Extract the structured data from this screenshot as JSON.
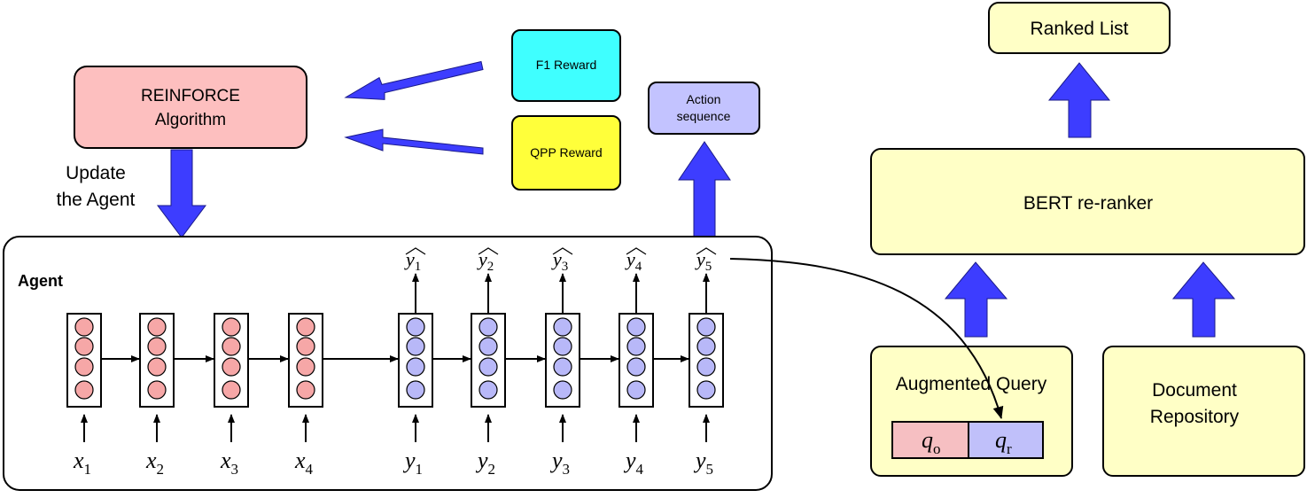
{
  "reinforce": {
    "line1": "REINFORCE",
    "line2": "Algorithm",
    "color": "#FDBFBF"
  },
  "update_label": {
    "line1": "Update",
    "line2": "the Agent"
  },
  "rewards": {
    "f1": {
      "label": "F1 Reward",
      "color": "#3FFFFF"
    },
    "qpp": {
      "label": "QPP Reward",
      "color": "#FFFF3A"
    }
  },
  "action_sequence": {
    "line1": "Action",
    "line2": "sequence",
    "color": "#C3C3FF"
  },
  "agent": {
    "title": "Agent"
  },
  "encoder": {
    "cell_color": "#F6A7A7",
    "inputs": [
      {
        "base": "x",
        "sub": "1"
      },
      {
        "base": "x",
        "sub": "2"
      },
      {
        "base": "x",
        "sub": "3"
      },
      {
        "base": "x",
        "sub": "4"
      }
    ]
  },
  "decoder": {
    "cell_color": "#B8B8F8",
    "inputs": [
      {
        "base": "y",
        "sub": "1"
      },
      {
        "base": "y",
        "sub": "2"
      },
      {
        "base": "y",
        "sub": "3"
      },
      {
        "base": "y",
        "sub": "4"
      },
      {
        "base": "y",
        "sub": "5"
      }
    ],
    "outputs": [
      {
        "base": "y",
        "sub": "1"
      },
      {
        "base": "y",
        "sub": "2"
      },
      {
        "base": "y",
        "sub": "3"
      },
      {
        "base": "y",
        "sub": "4"
      },
      {
        "base": "y",
        "sub": "5"
      }
    ]
  },
  "ranked_list": {
    "label": "Ranked List"
  },
  "bert": {
    "label": "BERT re-ranker"
  },
  "augmented_query": {
    "label": "Augmented Query",
    "q_o": {
      "base": "q",
      "sub": "o",
      "color": "#F6BFC2"
    },
    "q_r": {
      "base": "q",
      "sub": "r",
      "color": "#C0C0FA"
    }
  },
  "document_repository": {
    "line1": "Document",
    "line2": "Repository"
  },
  "colors": {
    "pipeline_box": "#FFFFC6",
    "arrow": "#3D3DFF"
  }
}
